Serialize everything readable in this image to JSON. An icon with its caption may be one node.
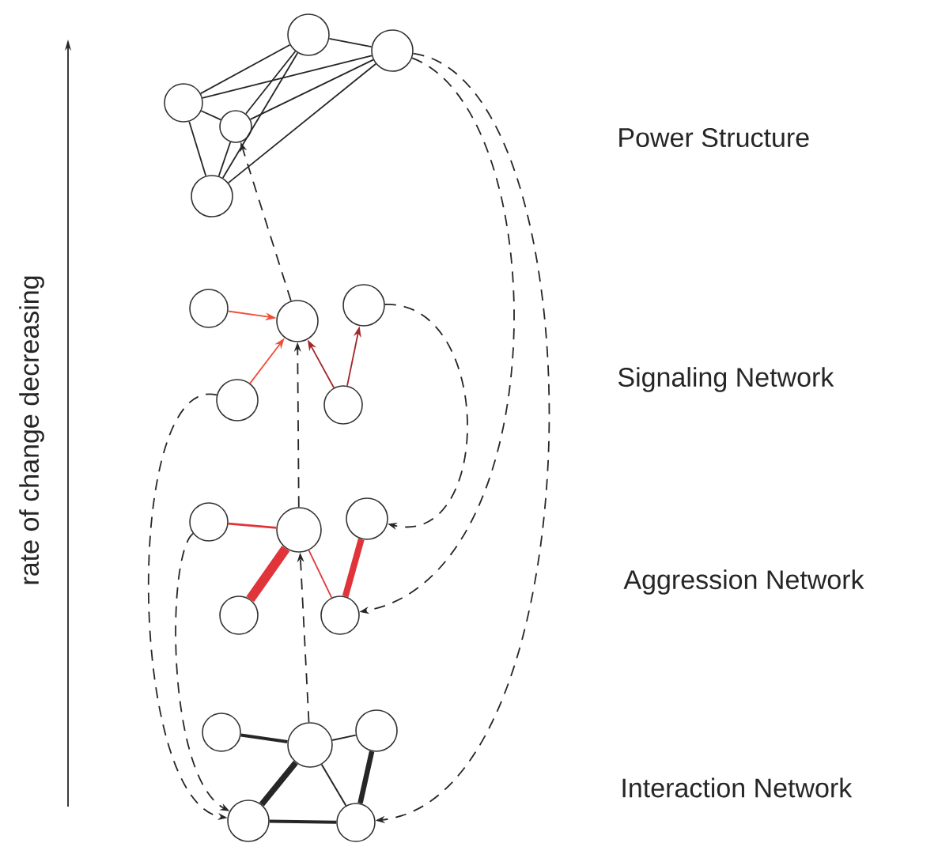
{
  "diagram": {
    "nodes": [
      {
        "text": [],
        "shape": "circle"
      },
      {
        "text": [],
        "shape": "circle"
      },
      {
        "text": [],
        "shape": "circle"
      },
      {
        "text": [],
        "shape": "circle"
      },
      {
        "text": [],
        "shape": "circle"
      },
      {
        "text": [],
        "shape": "circle"
      },
      {
        "text": [],
        "shape": "circle"
      },
      {
        "text": [],
        "shape": "circle"
      },
      {
        "text": [],
        "shape": "circle"
      },
      {
        "text": [],
        "shape": "circle"
      },
      {
        "text": [],
        "shape": "circle"
      },
      {
        "text": [],
        "shape": "circle"
      },
      {
        "text": [],
        "shape": "circle"
      },
      {
        "text": [],
        "shape": "circle"
      },
      {
        "text": [],
        "shape": "circle"
      },
      {
        "text": [],
        "shape": "circle"
      },
      {
        "text": [],
        "shape": "circle"
      },
      {
        "text": [],
        "shape": "circle"
      },
      {
        "text": [],
        "shape": "circle"
      },
      {
        "text": [],
        "shape": "circle"
      }
    ],
    "edges": [
      {
        "from": 0,
        "to": 1,
        "arrow": "none"
      },
      {
        "from": 0,
        "to": 2,
        "arrow": "none"
      },
      {
        "from": 0,
        "to": 3,
        "arrow": "none"
      },
      {
        "from": 0,
        "to": 4,
        "arrow": "none"
      },
      {
        "from": 1,
        "to": 2,
        "arrow": "none"
      },
      {
        "from": 1,
        "to": 3,
        "arrow": "none"
      },
      {
        "from": 1,
        "to": 4,
        "arrow": "none"
      },
      {
        "from": 2,
        "to": 3,
        "arrow": "none"
      },
      {
        "from": 2,
        "to": 4,
        "arrow": "none"
      },
      {
        "from": 3,
        "to": 4,
        "arrow": "none"
      },
      {
        "from": 5,
        "to": 6,
        "arrow": "to",
        "color": "#f04e37"
      },
      {
        "from": 8,
        "to": 6,
        "arrow": "to",
        "color": "#f04e37"
      },
      {
        "from": 9,
        "to": 6,
        "arrow": "to",
        "color": "#a3262a"
      },
      {
        "from": 9,
        "to": 7,
        "arrow": "to",
        "color": "#a3262a"
      },
      {
        "from": 10,
        "to": 11,
        "arrow": "none",
        "color": "#e0343a"
      },
      {
        "from": 11,
        "to": 13,
        "arrow": "none",
        "style": "thick",
        "color": "#e0343a"
      },
      {
        "from": 11,
        "to": 14,
        "arrow": "none",
        "color": "#e0343a"
      },
      {
        "from": 12,
        "to": 14,
        "arrow": "none",
        "style": "thick",
        "color": "#e0343a"
      },
      {
        "from": 15,
        "to": 16,
        "arrow": "none"
      },
      {
        "from": 16,
        "to": 17,
        "arrow": "none"
      },
      {
        "from": 16,
        "to": 18,
        "arrow": "none",
        "style": "thick"
      },
      {
        "from": 16,
        "to": 19,
        "arrow": "none"
      },
      {
        "from": 17,
        "to": 19,
        "arrow": "none",
        "style": "thick"
      },
      {
        "from": 18,
        "to": 19,
        "arrow": "none"
      },
      {
        "from": 16,
        "to": 11,
        "arrow": "to",
        "style": "dashed"
      },
      {
        "from": 11,
        "to": 6,
        "arrow": "to",
        "style": "dashed"
      },
      {
        "from": 6,
        "to": 3,
        "arrow": "to",
        "style": "dashed"
      },
      {
        "from": 7,
        "to": 12,
        "arrow": "to",
        "style": "dashed"
      },
      {
        "from": 1,
        "to": 14,
        "arrow": "to",
        "style": "dashed"
      },
      {
        "from": 1,
        "to": 19,
        "arrow": "to",
        "style": "dashed"
      },
      {
        "from": 8,
        "to": 18,
        "arrow": "to",
        "style": "dashed"
      },
      {
        "from": 10,
        "to": 18,
        "arrow": "to",
        "style": "dashed"
      }
    ],
    "labels": [
      "rate of change decreasing",
      "Power Structure",
      "Signaling Network",
      "Aggression Network",
      "Interaction Network"
    ]
  }
}
